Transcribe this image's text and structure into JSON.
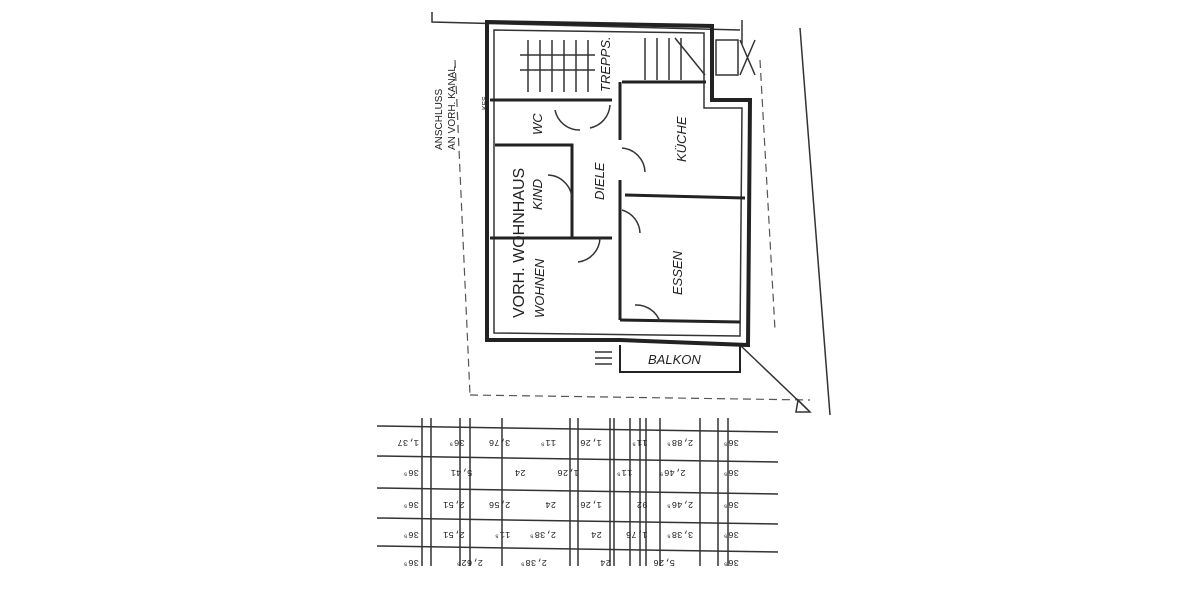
{
  "plan": {
    "annotation_connection": [
      "ANSCHLUSS",
      "AN VORH. KANAL"
    ],
    "existing_house": "VORH. WOHNHAUS",
    "rooms": {
      "stairs": "TREPPS.",
      "wc": "WC",
      "kitchen": "KÜCHE",
      "hall": "DIELE",
      "child": "KIND",
      "living": "WOHNEN",
      "dining": "ESSEN",
      "balcony": "BALKON"
    },
    "marker": "KFS"
  },
  "dimensions": {
    "rows": [
      [
        "1,37",
        "36⁵",
        "3,76",
        "11⁵",
        "1,26",
        "11⁵",
        "2,88⁵",
        "36⁵"
      ],
      [
        "36⁵",
        "5,41",
        "24",
        "1,26",
        "11⁵",
        "2,46⁵",
        "36⁵"
      ],
      [
        "36⁵",
        "2,51",
        "2,56",
        "24",
        "1,26",
        "92",
        "2,46⁵",
        "36⁵"
      ],
      [
        "36⁵",
        "2,51",
        "11⁵",
        "2,38⁵",
        "24",
        "1,76",
        "3,38⁵",
        "36⁵"
      ],
      [
        "36⁵",
        "2,62⁵",
        "2,38⁵",
        "24",
        "5,26",
        "36⁵"
      ]
    ]
  }
}
